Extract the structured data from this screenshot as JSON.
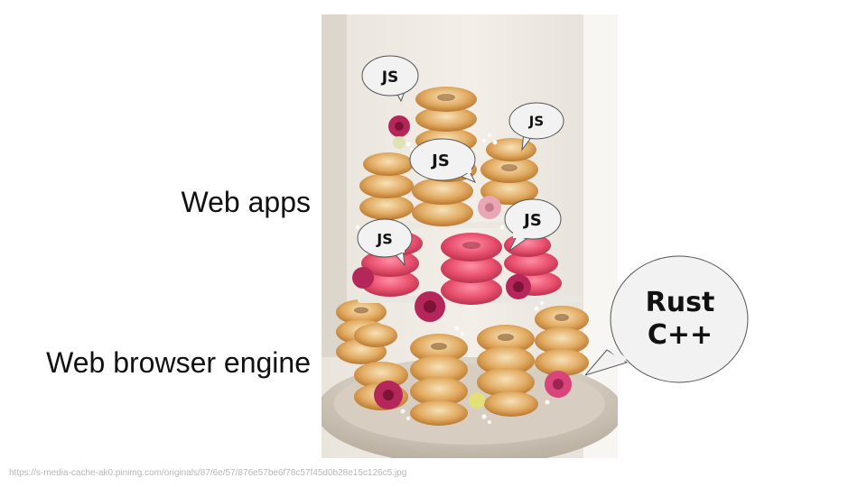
{
  "slide": {
    "labels": {
      "web_apps": "Web apps",
      "web_browser_engine": "Web browser engine"
    },
    "bubbles": [
      {
        "text": "JS"
      },
      {
        "text": "JS"
      },
      {
        "text": "JS"
      },
      {
        "text": "JS"
      },
      {
        "text": "JS"
      }
    ],
    "engine_bubble": {
      "line1": "Rust",
      "line2": "C++"
    },
    "source_url": "https://s-media-cache-ak0.pinimg.com/originals/87/6e/57/876e57be6f78c57f45d0b28e15c126c5.jpg"
  },
  "colors": {
    "glazed_donut": "#d9a15a",
    "pink_donut": "#e8506e",
    "flower": "#b5275a",
    "bubble_fill": "#f2f2f2",
    "bubble_stroke": "#555555"
  }
}
